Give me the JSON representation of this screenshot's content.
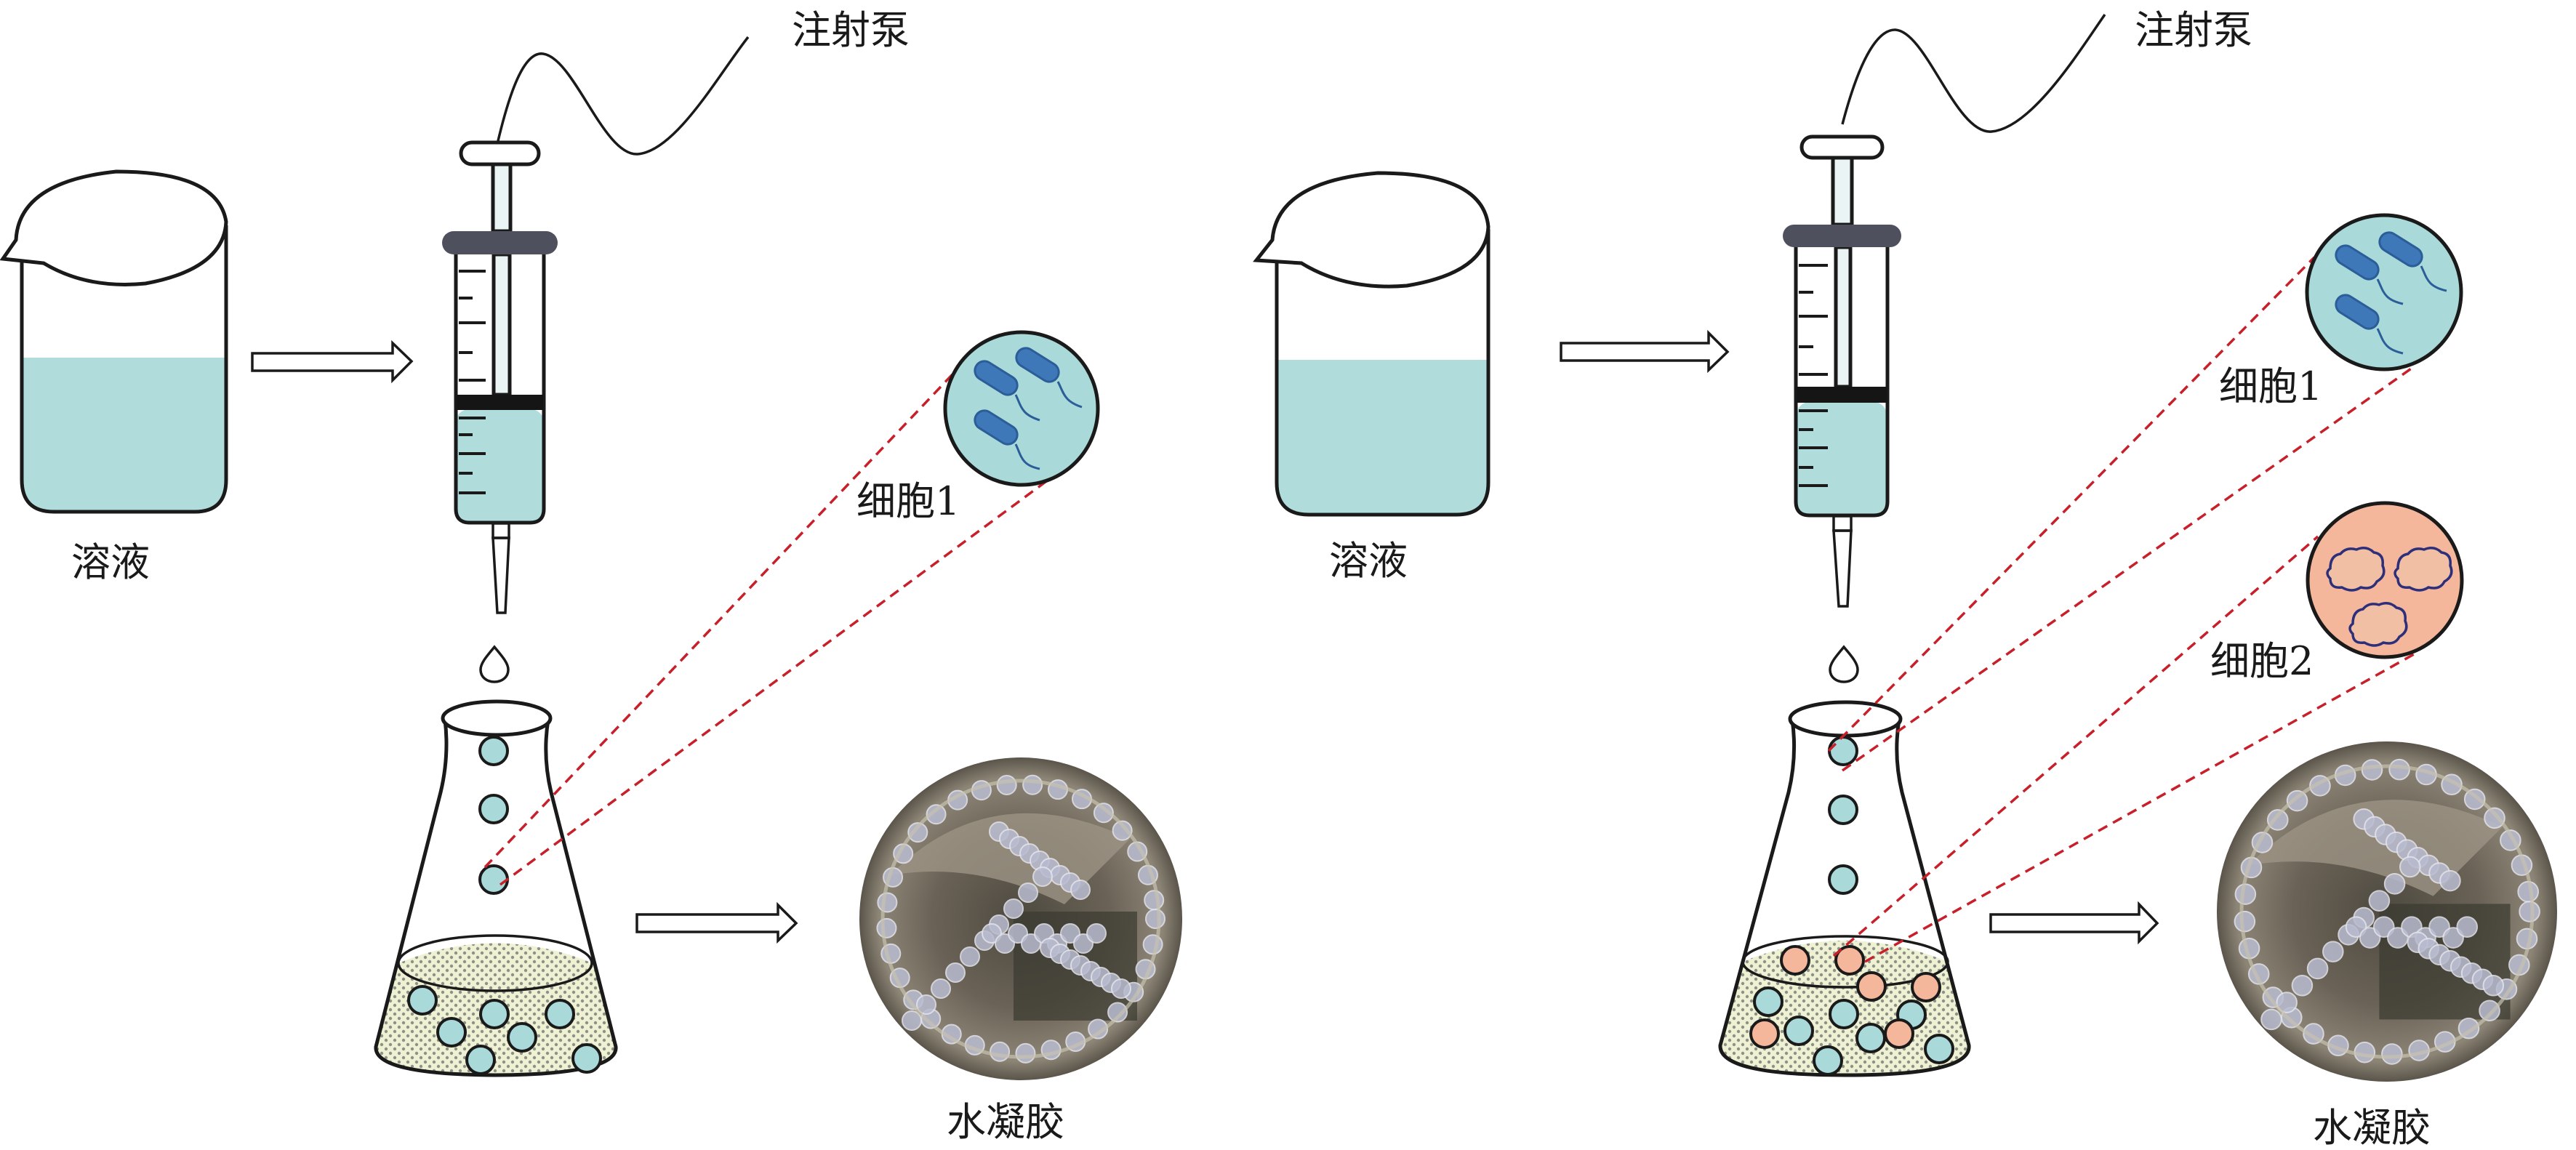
{
  "figure": {
    "panels": [
      {
        "id": "left",
        "labels": {
          "solution": "溶液",
          "syringe_pump": "注射泵",
          "cell1": "细胞1",
          "hydrogel": "水凝胶"
        },
        "cells": [
          {
            "name": "cell1",
            "type": "rod-bacteria",
            "color": "#A9D9D9"
          }
        ],
        "flask_beads": [
          {
            "type": "cell1"
          },
          {
            "type": "cell1"
          },
          {
            "type": "cell1"
          },
          {
            "type": "cell1"
          },
          {
            "type": "cell1"
          },
          {
            "type": "cell1"
          },
          {
            "type": "cell1"
          }
        ]
      },
      {
        "id": "right",
        "labels": {
          "solution": "溶液",
          "syringe_pump": "注射泵",
          "cell1": "细胞1",
          "cell2": "细胞2",
          "hydrogel": "水凝胶"
        },
        "cells": [
          {
            "name": "cell1",
            "type": "rod-bacteria",
            "color": "#A9D9D9"
          },
          {
            "name": "cell2",
            "type": "cloud-cells",
            "color": "#F4B79B"
          }
        ],
        "flask_beads": [
          {
            "type": "cell2"
          },
          {
            "type": "cell2"
          },
          {
            "type": "cell2"
          },
          {
            "type": "cell2"
          },
          {
            "type": "cell1"
          },
          {
            "type": "cell1"
          },
          {
            "type": "cell1"
          },
          {
            "type": "cell2"
          },
          {
            "type": "cell1"
          },
          {
            "type": "cell1"
          },
          {
            "type": "cell2"
          },
          {
            "type": "cell1"
          },
          {
            "type": "cell1"
          }
        ]
      }
    ],
    "colors": {
      "solution": "#B1DCDC",
      "arrow": "#B1DCDC",
      "flange": "#4E505E",
      "needle": "#C9C9C9",
      "bead_cell1": "#A9D9D9",
      "bead_cell2": "#F4B79B",
      "gel_liquid": "#EEF2D2",
      "bacteria": "#3F78B8",
      "cloud_outline": "#2D2F7A",
      "dashed_line": "#C8202A",
      "dish_dark": "#5B5448",
      "dish_light": "#9E9688",
      "hydrogel_bead": "#B9BCD0"
    }
  }
}
